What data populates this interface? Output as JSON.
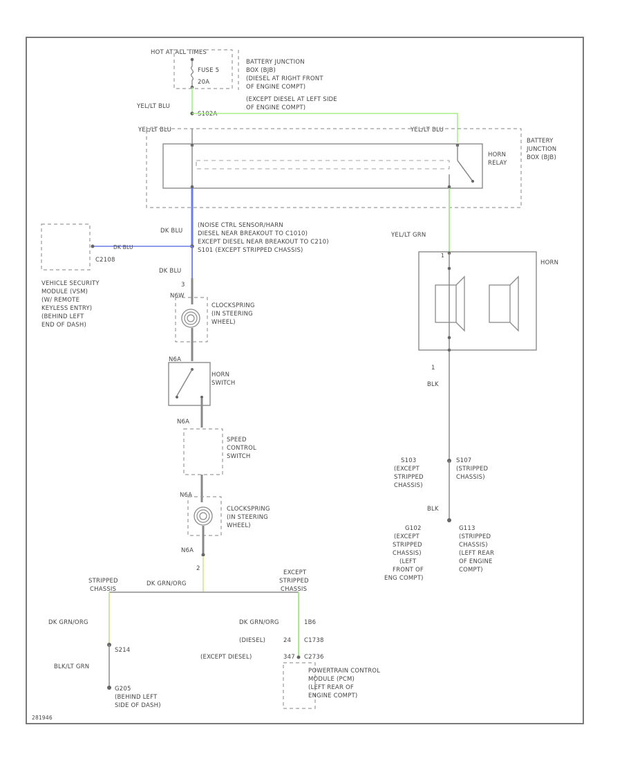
{
  "colors": {
    "frame": "#7a7a7a",
    "wire_green": "#a8ee88",
    "wire_blue": "#6b7cf0",
    "wire_gray": "#8c8c8c",
    "text": "#444444"
  },
  "fuse": {
    "hot": "HOT AT ALL TIMES",
    "name": "FUSE 5",
    "rating": "20A",
    "bjb_note_1": "BATTERY JUNCTION",
    "bjb_note_2": "BOX (BJB)",
    "bjb_note_3": "(DIESEL AT RIGHT FRONT",
    "bjb_note_4": "OF ENGINE COMPT)",
    "bjb_note_5": "(EXCEPT DIESEL AT LEFT SIDE",
    "bjb_note_6": "OF ENGINE COMPT)"
  },
  "wires": {
    "yel_blk_1": "YEL/LT BLU",
    "splice_1": "S102A",
    "yel_blk_2": "YEL/LT BLU",
    "yel_blk_3": "YEL/LT BLU",
    "dk_blu_1": "DK BLU",
    "dk_blu_2": "DK BLU",
    "dk_blu_3": "DK BLU",
    "yel_grn": "YEL/LT GRN"
  },
  "relay": {
    "name_1": "HORN",
    "name_2": "RELAY",
    "bjb_1": "BATTERY",
    "bjb_2": "JUNCTION",
    "bjb_3": "BOX (BJB)"
  },
  "splice_note": {
    "line_1": "(NOISE CTRL SENSOR/HARN",
    "line_2": "DIESEL NEAR BREAKOUT TO C1010)",
    "line_3": "EXCEPT DIESEL NEAR BREAKOUT TO C210)",
    "line_4": "S101  (EXCEPT STRIPPED CHASSIS)"
  },
  "vsm": {
    "conn": "C2108",
    "line_1": "VEHICLE SECURITY",
    "line_2": "MODULE (VSM)",
    "line_3": "(W/ REMOTE",
    "line_4": "KEYLESS ENTRY)",
    "line_5": "(BEHIND LEFT",
    "line_6": "END OF DASH)"
  },
  "clockspring_1": {
    "pin_top": "3",
    "pin_label": "N6W",
    "line_1": "CLOCKSPRING",
    "line_2": "(IN STEERING",
    "line_3": "WHEEL)"
  },
  "horn_switch": {
    "pin_label": "N6A",
    "line_1": "HORN",
    "line_2": "SWITCH"
  },
  "speed_control": {
    "pin_label": "N6A",
    "line_1": "SPEED",
    "line_2": "CONTROL",
    "line_3": "SWITCH"
  },
  "clockspring_2": {
    "pin_label_top": "N6A",
    "pin_label_bottom": "N6A",
    "pin_num": "2",
    "line_1": "CLOCKSPRING",
    "line_2": "(IN STEERING",
    "line_3": "WHEEL)"
  },
  "horn": {
    "title": "HORN",
    "pin_num": "1",
    "wire": "BLK"
  },
  "ground": {
    "s_left_1": "S103",
    "s_left_2": "(EXCEPT",
    "s_left_3": "STRIPPED",
    "s_left_4": "CHASSIS)",
    "s_right_1": "S107",
    "s_right_2": "(STRIPPED",
    "s_right_3": "CHASSIS)",
    "wire": "BLK",
    "g_left_1": "G102",
    "g_left_2": "(EXCEPT",
    "g_left_3": "STRIPPED",
    "g_left_4": "CHASSIS)",
    "g_left_5": "(LEFT",
    "g_left_6": "FRONT OF",
    "g_left_7": "ENG COMPT)",
    "g_right_1": "G113",
    "g_right_2": "(STRIPPED",
    "g_right_3": "CHASSIS)",
    "g_right_4": "(LEFT REAR",
    "g_right_5": "OF ENGINE",
    "g_right_6": "COMPT)"
  },
  "bottom": {
    "stripped_1": "STRIPPED",
    "stripped_2": "CHASSIS",
    "dk_grn_org": "DK GRN/ORG",
    "except_1": "EXCEPT",
    "except_2": "STRIPPED",
    "except_3": "CHASSIS",
    "left_wire": "DK GRN/ORG",
    "s_left": "S214",
    "blk_grn": "BLK/LT GRN",
    "g_left_1": "G205",
    "g_left_2": "(BEHIND LEFT",
    "g_left_3": "SIDE OF DASH)",
    "pcm_wire": "DK GRN/ORG",
    "pcm_pin": "1B6",
    "diesel": "(DIESEL)",
    "diesel_pin": "24",
    "diesel_conn": "C1738",
    "ex_diesel": "(EXCEPT DIESEL)",
    "ex_pin": "347",
    "ex_conn": "C2736",
    "pcm_1": "POWERTRAIN CONTROL",
    "pcm_2": "MODULE (PCM)",
    "pcm_3": "(LEFT REAR OF",
    "pcm_4": "ENGINE COMPT)"
  },
  "footer": {
    "code": "281946"
  }
}
